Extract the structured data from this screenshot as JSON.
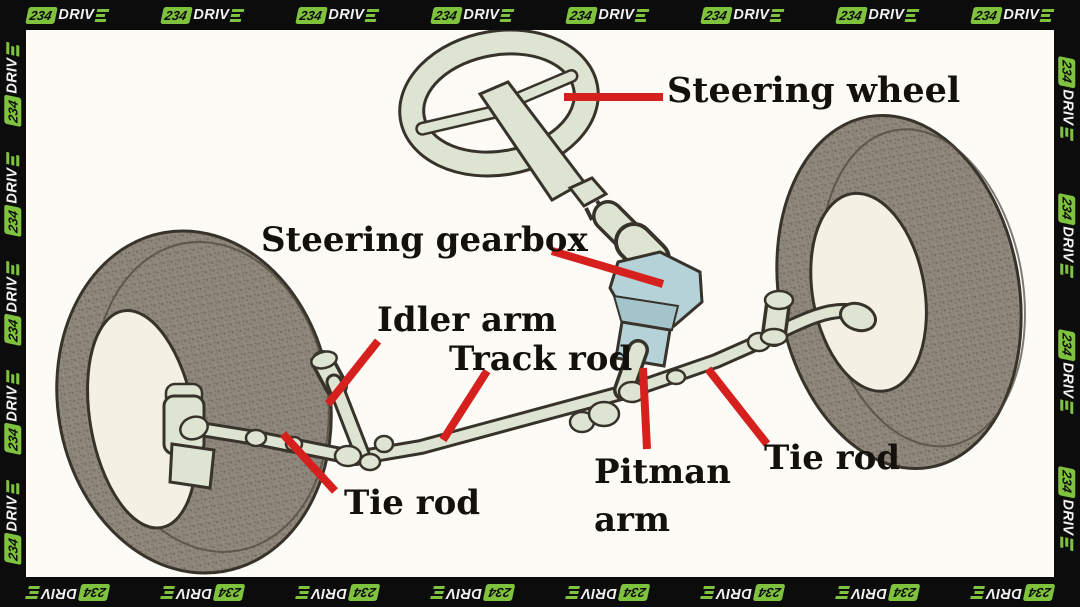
{
  "brand": {
    "number": "234",
    "word": "DRIV",
    "e_icon": "three-bar-e-icon",
    "green": "#7fc23e"
  },
  "border": {
    "top_logo_count": 8,
    "bottom_logo_count": 8,
    "left_logo_count": 5,
    "right_logo_count": 4
  },
  "diagram": {
    "subject": "car steering system exploded diagram",
    "labels": {
      "steering_wheel": "Steering wheel",
      "steering_gearbox": "Steering gearbox",
      "idler_arm": "Idler arm",
      "track_rod": "Track rod",
      "tie_rod_left": "Tie rod",
      "pitman_line1": "Pitman",
      "pitman_line2": "arm",
      "tie_rod_right": "Tie rod"
    },
    "colors": {
      "pointer_red": "#d6201d",
      "tire": "#8d867b",
      "tire_hub": "#f4f0e4",
      "linkage": "#dee4d2",
      "gearbox_blue": "#b5d2d8",
      "outline": "#37332b",
      "background": "#fcfbf5",
      "frame_black": "#0c0c0c"
    }
  }
}
